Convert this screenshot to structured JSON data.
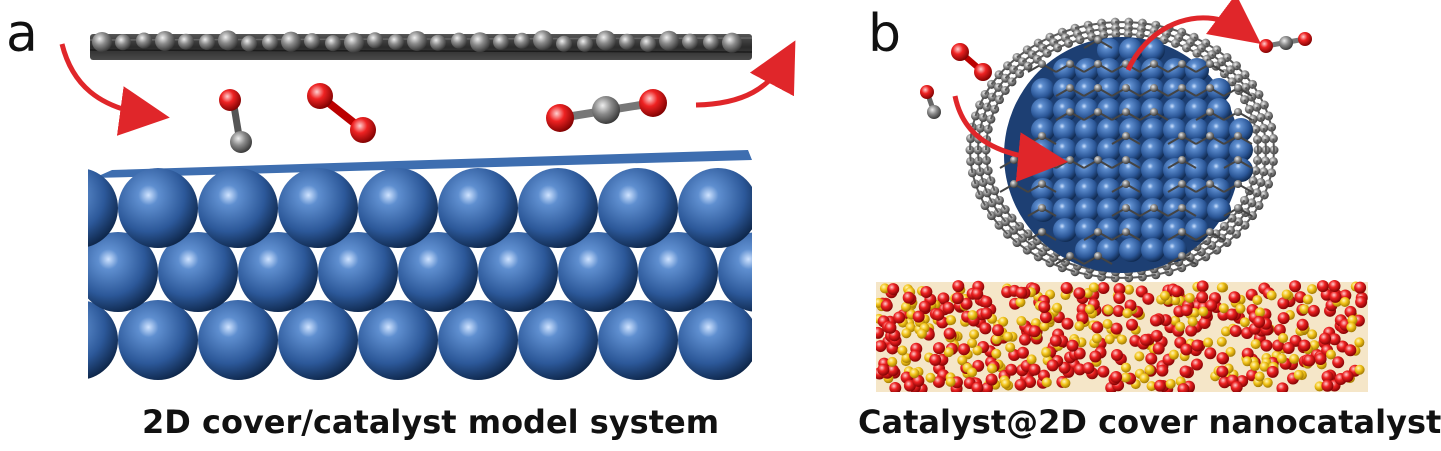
{
  "panels": [
    {
      "letter": "a",
      "caption": "2D cover/catalyst model system"
    },
    {
      "letter": "b",
      "caption": "Catalyst@2D cover nanocatalyst"
    }
  ],
  "colors": {
    "catalyst_atom": "#2f5c9e",
    "carbon": "#7a7a7a",
    "oxygen": "#e01616",
    "sulfur_like": "#f2c21a",
    "arrow": "#e0262a"
  }
}
